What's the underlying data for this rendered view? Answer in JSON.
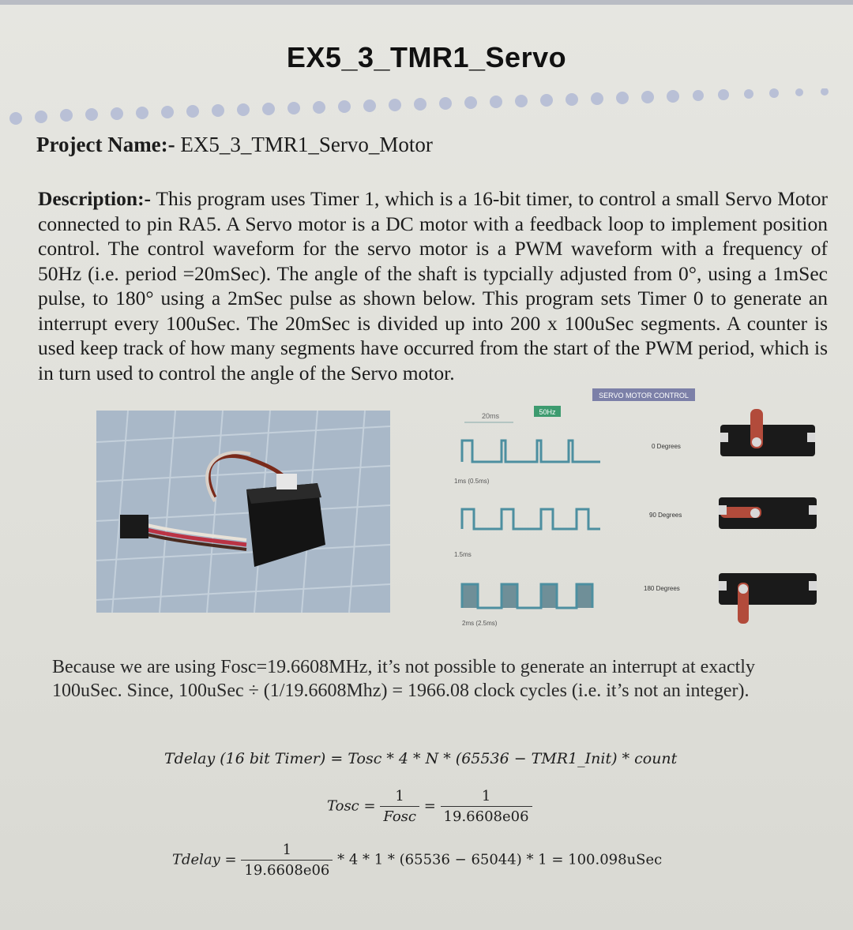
{
  "title": "EX5_3_TMR1_Servo",
  "project": {
    "label": "Project Name:-",
    "value": "EX5_3_TMR1_Servo_Motor"
  },
  "description": {
    "label": "Description:-",
    "text": "This program uses Timer 1, which is a 16-bit timer, to control a small Servo Motor connected to pin RA5. A Servo motor is a DC motor with a feedback loop to implement position control. The control waveform for the servo motor is a PWM waveform with a frequency of 50Hz (i.e. period =20mSec). The angle of the shaft is typcially adjusted from 0°, using a 1mSec pulse, to 180° using a 2mSec pulse as shown below. This program sets Timer 0 to generate an interrupt every 100uSec. The 20mSec is divided up into 200 x 100uSec segments. A counter is used keep track of how many segments have occurred from the start of the PWM period, which is in turn used to control the angle of the Servo motor."
  },
  "figure": {
    "header": "SERVO MOTOR CONTROL",
    "period_label": "20ms",
    "tag": "50Hz",
    "rows": [
      {
        "pulse": "1ms (0.5ms)",
        "angle": "0 Degrees"
      },
      {
        "pulse": "1.5ms",
        "angle": "90 Degrees"
      },
      {
        "pulse": "2ms (2.5ms)",
        "angle": "180 Degrees"
      }
    ]
  },
  "because": {
    "line1": "Because we are using Fosc=19.6608MHz, it’s not possible to generate an interrupt at exactly",
    "line2": "100uSec. Since, 100uSec ÷ (1/19.6608Mhz) = 1966.08 clock cycles (i.e. it’s not an integer)."
  },
  "equations": {
    "eq1_lhs": "Tdelay (16 bit Timer)",
    "eq1_rhs": "= Tosc * 4 * N * (65536 − TMR1_Init) * count",
    "eq2_lhs": "Tosc =",
    "eq2_frac1_num": "1",
    "eq2_frac1_den": "Fosc",
    "eq2_eq": "=",
    "eq2_frac2_num": "1",
    "eq2_frac2_den": "19.6608e06",
    "eq3_lhs": "Tdelay =",
    "eq3_frac_num": "1",
    "eq3_frac_den": "19.6608e06",
    "eq3_rhs": "* 4 * 1 * (65536 − 65044) * 1 = 100.098uSec"
  }
}
